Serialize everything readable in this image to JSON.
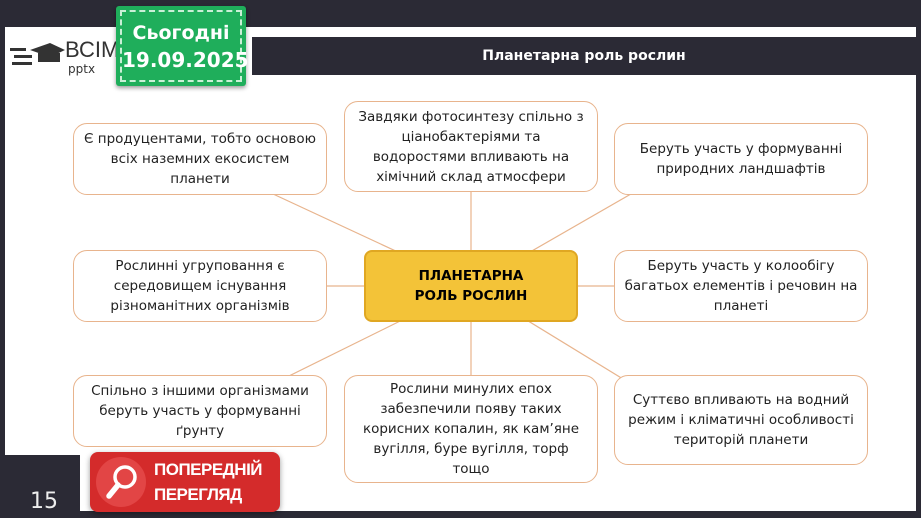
{
  "logo": {
    "brand": "ВСІМ",
    "sub": "pptx"
  },
  "date_badge": {
    "label": "Сьогодні",
    "date": "19.09.2025"
  },
  "title": "Планетарна роль рослин",
  "center": {
    "line1": "ПЛАНЕТАРНА",
    "line2": "РОЛЬ РОСЛИН"
  },
  "boxes": [
    "Є продуцентами, тобто основою всіх наземних екосистем планети",
    "Завдяки фотосинтезу спільно з ціанобактеріями та водоростями впливають на хімічний склад атмосфери",
    "Беруть участь у формуванні природних ландшафтів",
    "Рослинні угруповання є середовищем існування різноманітних організмів",
    "Беруть участь у колообігу багатьох елементів і речовин на планеті",
    "Спільно з іншими організмами беруть участь у формуванні ґрунту",
    "Рослини минулих епох забезпечили появу таких корисних копалин, як кам’яне вугілля, буре вугілля, торф тощо",
    "Суттєво впливають на водний режим і кліматичні особливості територій планети"
  ],
  "preview_badge": {
    "line1": "ПОПЕРЕДНІЙ",
    "line2": "ПЕРЕГЛЯД"
  },
  "slide_number": "15",
  "colors": {
    "title_bg": "#2b2a35",
    "center_fill": "#f3c338",
    "box_border": "#e8b48d",
    "date_green": "#1fae5b",
    "preview_red": "#d42b2b"
  }
}
